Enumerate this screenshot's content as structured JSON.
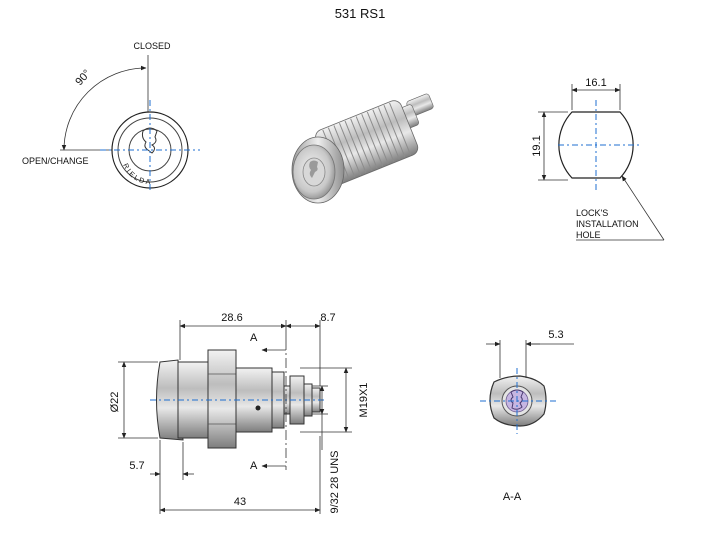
{
  "title": "531 RS1",
  "front_view": {
    "closed_label": "CLOSED",
    "open_label": "OPEN/CHANGE",
    "angle_label": "90°",
    "brand_text": "RIELDA"
  },
  "cutout_view": {
    "width_dim": "16.1",
    "height_dim": "19.1",
    "note_line1": "LOCK'S",
    "note_line2": "INSTALLATION",
    "note_line3": "HOLE"
  },
  "side_view": {
    "dim_body_length": "28.6",
    "dim_tail_length": "8.7",
    "dim_diameter": "Ø22",
    "dim_thread": "M19X1",
    "dim_flange": "5.7",
    "dim_overall": "43",
    "dim_stud_thread": "9/32 28 UNS",
    "section_mark": "A"
  },
  "section_view": {
    "dim_width": "5.3",
    "label": "A-A"
  },
  "colors": {
    "line": "#222222",
    "centerline": "#1f6fd0",
    "metal_light": "#e6e6e6",
    "metal_dark": "#8a8a8a",
    "keyway": "#b9a6d8"
  }
}
